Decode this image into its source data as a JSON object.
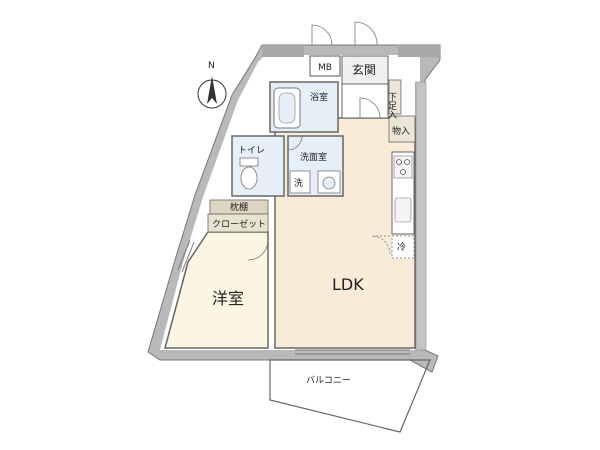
{
  "compass": {
    "letter": "N"
  },
  "rooms": {
    "mb": "MB",
    "entrance": "玄関",
    "shoe_box": "下足入",
    "storage": "物入",
    "bathroom": "浴室",
    "washroom": "洗面室",
    "washer": "洗",
    "toilet": "トイレ",
    "pillow_shelf": "枕棚",
    "closet": "クローゼット",
    "western_room": "洋室",
    "ldk": "LDK",
    "fridge": "冷",
    "balcony": "バルコニー"
  },
  "colors": {
    "ldk_floor": "#f8ecd8",
    "bedroom_floor": "#fbf6e3",
    "wet_floor": "#e6eef7",
    "entrance_floor": "#f0f0f0",
    "wall": "#8a8a8a",
    "closet_fill": "#ded6c2"
  }
}
